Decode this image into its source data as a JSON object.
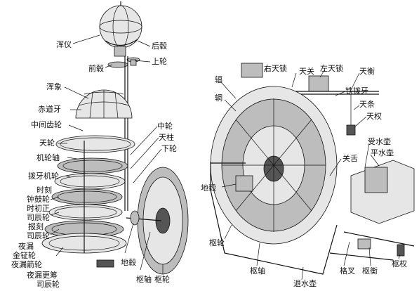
{
  "left_figure": {
    "labels": {
      "armillary_sphere": "浑仪",
      "rear_hub": "后毂",
      "front_hub": "前毂",
      "upper_wheel": "上轮",
      "celestial_globe": "浑象",
      "equator_tooth": "赤道牙",
      "middle_gear": "中间齿轮",
      "sky_wheel": "天轮",
      "wheel_axle": "机轮轴",
      "tooth_dial_wheel": "拨牙机轮",
      "hour_engrave": "时刻",
      "bell_drum_wheel": "钟鼓轮",
      "hour_start_correct": "时初正",
      "chen_wheel": "司辰轮",
      "report_engrave": "报刻",
      "chen_wheel_2": "司辰轮",
      "night_clepsydra": "夜漏",
      "gold_bell_wheel": "金钲轮",
      "night_arrow_wheel": "夜漏箭轮",
      "night_watch_chen_wheel_1": "夜漏更筹",
      "night_watch_chen_wheel_2": "司辰轮",
      "middle_wheel": "中轮",
      "sky_pillar": "天柱",
      "lower_wheel": "下轮",
      "ground_hub": "地毂",
      "pivot_axle": "枢轴",
      "pivot_wheel": "枢轮"
    }
  },
  "right_figure": {
    "labels": {
      "right_sky_lock": "右天锁",
      "sky_gate": "天关",
      "left_sky_lock": "左天锁",
      "sky_balance": "天衡",
      "spoke": "辐",
      "rim": "辋",
      "iron_pull_tooth": "铁拨牙",
      "sky_bar": "天条",
      "sky_weight": "天权",
      "receiving_pot": "受水壶",
      "gate_tongue": "关舌",
      "level_pot": "平水壶",
      "ground_hub": "地毂",
      "pivot_wheel": "枢轮",
      "pivot_axle": "枢轴",
      "drain_pot": "退水壶",
      "grid_fork": "格叉",
      "pivot_balance": "枢衡",
      "pivot_weight": "枢权"
    }
  }
}
